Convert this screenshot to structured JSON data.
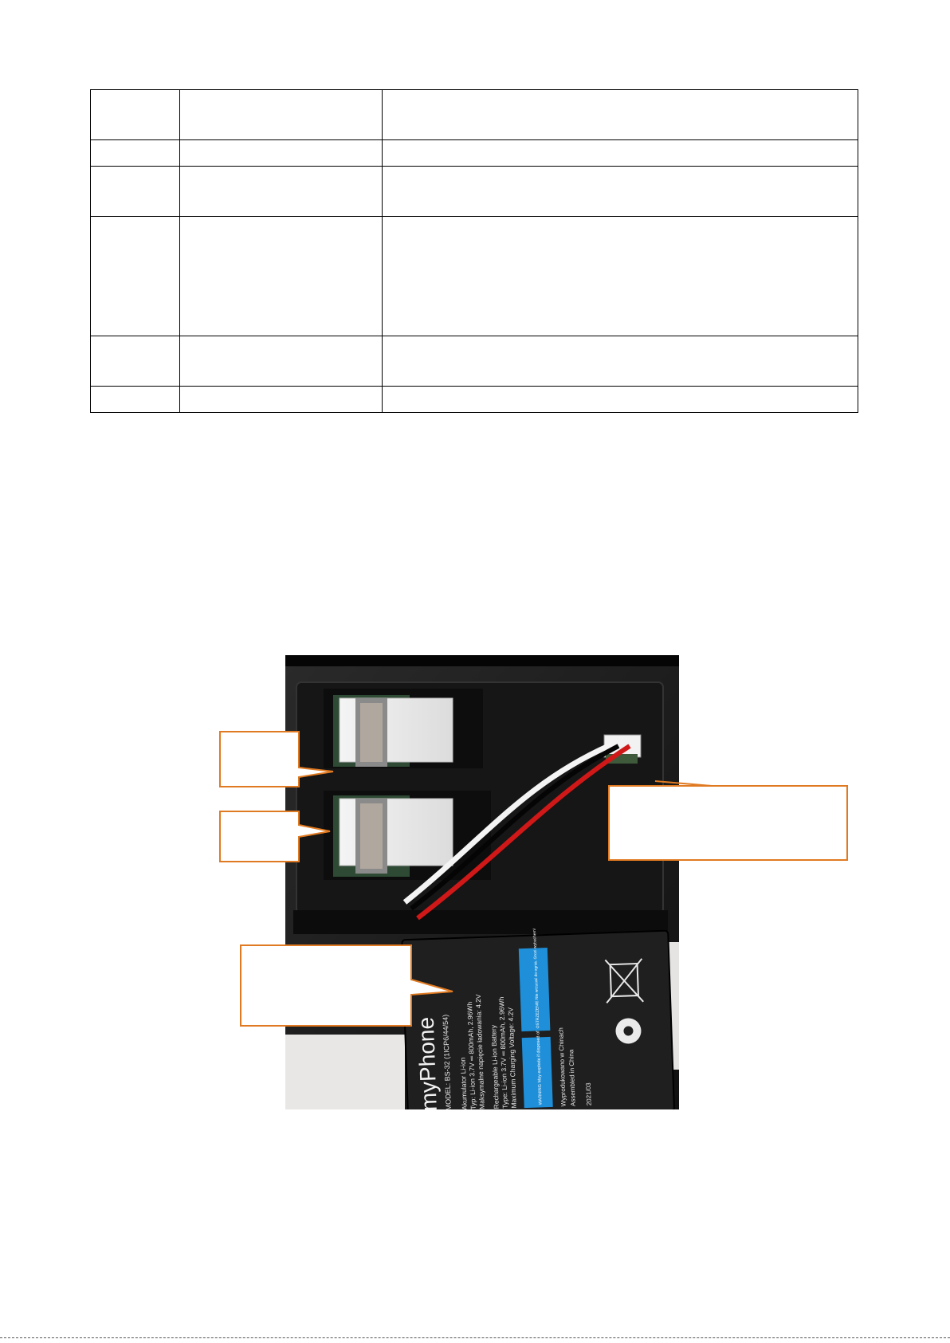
{
  "spec_table": {
    "rows": [
      {
        "height": 63
      },
      {
        "height": 33
      },
      {
        "height": 63
      },
      {
        "height": 150
      },
      {
        "height": 63
      },
      {
        "height": 33
      }
    ]
  },
  "figure": {
    "battery_brand": "myPhone",
    "battery_label": {
      "model": "MODEL: BS-32 (1ICP6/44/54)",
      "pl_type": "Akumulator Li-ion",
      "pl_spec": "Typ: Li-ion 3.7V ═ 800mAh, 2.96Wh",
      "pl_max": "Maksymalne napięcie ładowania: 4.2V",
      "en_type": "Rechargeable Li-ion Battery",
      "en_spec": "Type: Li-ion 3.7V ═ 800mAh, 2.96Wh",
      "en_max": "Maximum Charging Voltage: 4.2V",
      "warning_pl": "OSTRZEŻENIE Nie wrzucać do ognia. Grozi wybuchem!",
      "warning_en": "WARNING May explode if disposed of in fire",
      "made_pl": "Wyprodukowano w Chinach",
      "made_en": "Assembled in China",
      "date": "2021/03"
    },
    "callouts": [
      {
        "label": ""
      },
      {
        "label": ""
      },
      {
        "label": ""
      },
      {
        "label": ""
      }
    ],
    "colors": {
      "callout_border": "#e07a22",
      "battery_body": "#1f1f1f",
      "warning_blue": "#1e8fd8",
      "sim_card": "#ededed",
      "wire_red": "#d01818"
    }
  }
}
